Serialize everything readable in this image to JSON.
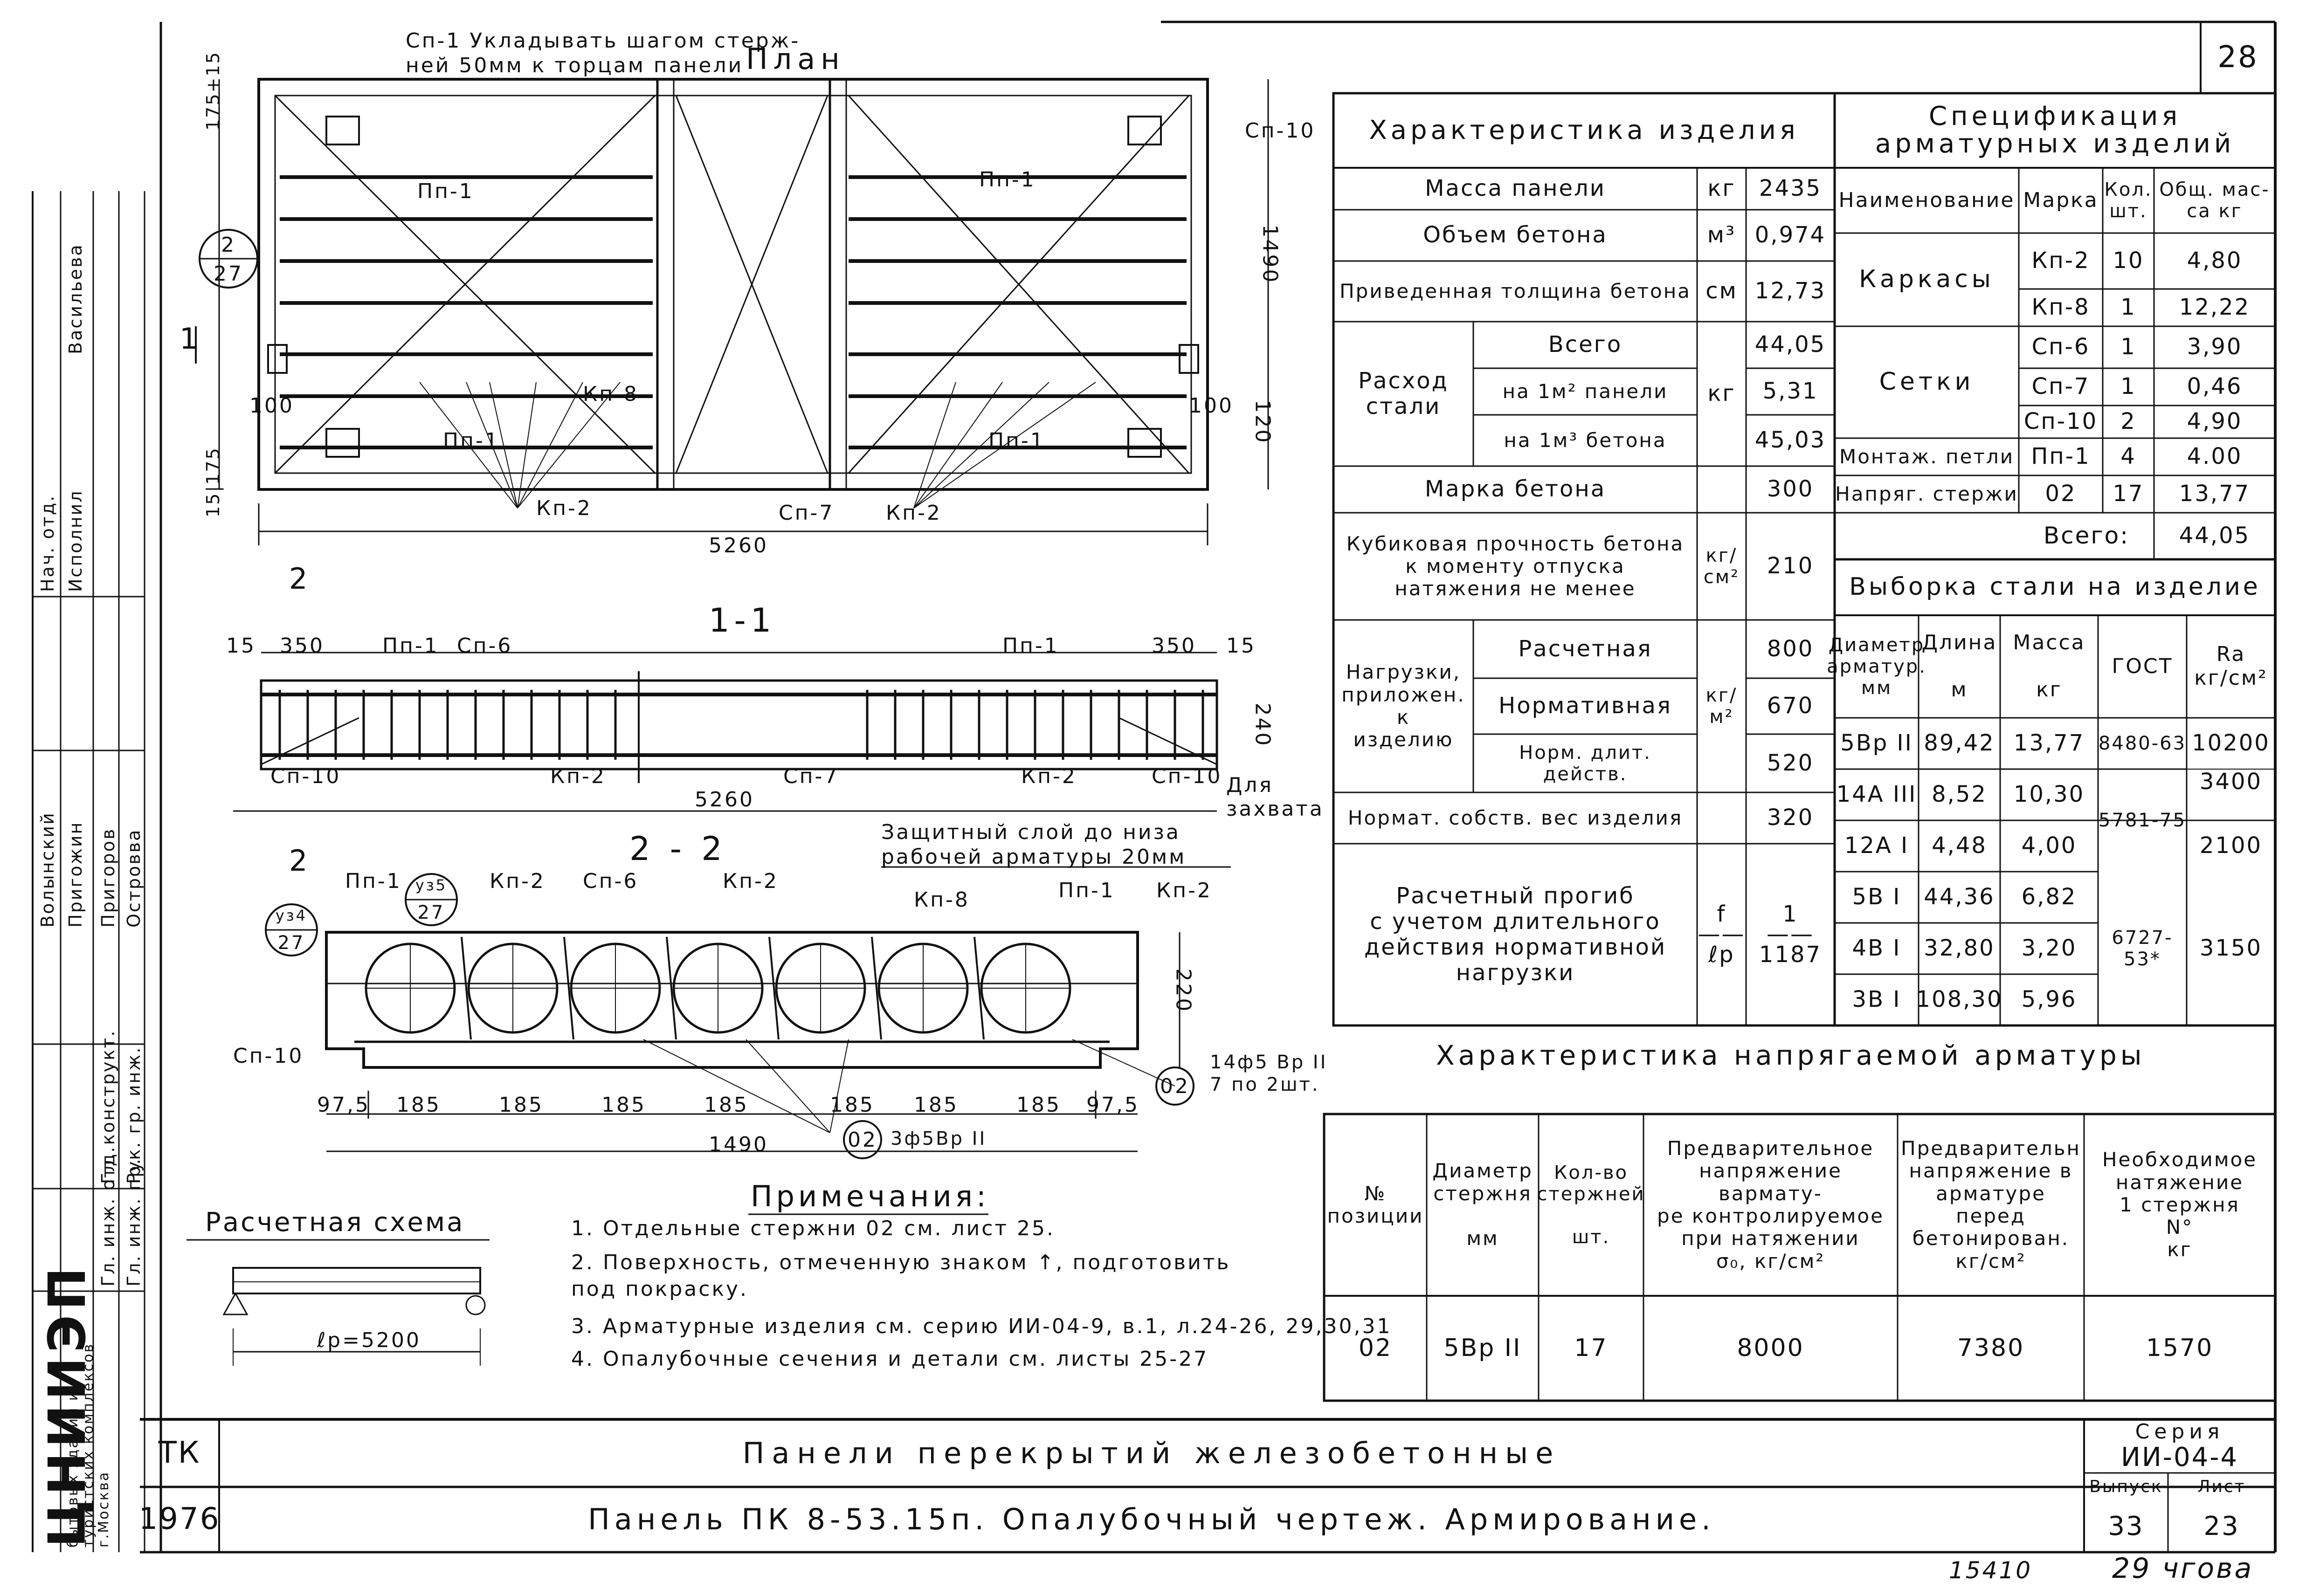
{
  "sheet_no": "28",
  "plan": {
    "title": "План",
    "note": "Сп-1 Укладывать шагом стерж-\nней 50мм к торцам панели",
    "labels": {
      "sp10": "Сп-10",
      "pp1": "Пп-1",
      "kp8": "Кп-8",
      "kp2": "Кп-2",
      "sp7": "Сп-7"
    },
    "dims": {
      "d175_15": "175+15",
      "d1490": "1490",
      "d100": "100",
      "d120": "120",
      "d15_175": "15|175",
      "d5260": "5260"
    },
    "callout_27": {
      "top": "2",
      "bottom": "27"
    },
    "section_mark": "1"
  },
  "section11": {
    "title": "1-1",
    "mark": "2",
    "labels": {
      "pp1": "Пп-1",
      "sp6": "Сп-6",
      "sp10": "Сп-10",
      "kp2": "Кп-2",
      "sp7": "Сп-7",
      "grip": "Для\nзахвата"
    },
    "dims": {
      "d15": "15",
      "d350": "350",
      "d240": "240",
      "d5260": "5260"
    }
  },
  "section22": {
    "title": "2 - 2",
    "protective_note": "Защитный слой до низа\nрабочей арматуры 20мм",
    "labels": {
      "pp1": "Пп-1",
      "kp2": "Кп-2",
      "sp6": "Сп-6",
      "kp8": "Кп-8",
      "sp10": "Сп-10"
    },
    "callout_uz5": {
      "top": "уз5",
      "bottom": "27"
    },
    "callout_uz4": {
      "top": "уз4",
      "bottom": "27"
    },
    "dims": {
      "d220": "220",
      "d97_5": "97,5",
      "d185": "185",
      "d1490": "1490"
    },
    "bar02_label": "14ф5 Вр II\n7 по 2шт.",
    "bar02_mark": "02",
    "bar02b_label": "3ф5Вр II"
  },
  "calc_scheme": {
    "title": "Расчетная схема",
    "span": "ℓр=5200"
  },
  "notes": {
    "title": "Примечания:",
    "items": [
      "1. Отдельные стержни 02 см. лист 25.",
      "2. Поверхность, отмеченную знаком ↑, подготовить\n    под покраску.",
      "3. Арматурные изделия см. серию ИИ-04-9, в.1, л.24-26, 29,30,31",
      "4. Опалубочные сечения и детали см. листы 25-27"
    ]
  },
  "characteristics": {
    "title": "Характеристика изделия",
    "rows": [
      {
        "name": "Масса панели",
        "unit": "кг",
        "value": "2435"
      },
      {
        "name": "Объем бетона",
        "unit": "м³",
        "value": "0,974"
      },
      {
        "name": "Приведенная толщина бетона",
        "unit": "см",
        "value": "12,73"
      },
      {
        "name": "Расход\nстали",
        "unit": "кг",
        "sub": [
          {
            "name": "Всего",
            "value": "44,05"
          },
          {
            "name": "на 1м² панели",
            "value": "5,31"
          },
          {
            "name": "на 1м³ бетона",
            "value": "45,03"
          }
        ]
      },
      {
        "name": "Марка бетона",
        "unit": "",
        "value": "300"
      },
      {
        "name": "Кубиковая прочность бетона\nк моменту отпуска\nнатяжения не менее",
        "unit": "кг/\nсм²",
        "value": "210"
      },
      {
        "name": "Нагрузки,\nприложен. к\nизделию",
        "unit": "кг/\nм²",
        "sub": [
          {
            "name": "Расчетная",
            "value": "800"
          },
          {
            "name": "Нормативная",
            "value": "670"
          },
          {
            "name": "Норм. длит. действ.",
            "value": "520"
          }
        ]
      },
      {
        "name": "Нормат. собств. вес изделия",
        "unit": "",
        "value": "320"
      },
      {
        "name": "Расчетный прогиб\nс учетом длительного\nдействия нормативной\nнагрузки",
        "unit": "f\n——\nℓр",
        "value": "1\n——\n1187"
      }
    ]
  },
  "spec": {
    "title": "Спецификация\nарматурных изделий",
    "headers": [
      "Наименование",
      "Марка",
      "Кол.\nшт.",
      "Общ. мас-\nса кг"
    ],
    "groups": [
      {
        "name": "Каркасы",
        "rows": [
          [
            "Кп-2",
            "10",
            "4,80"
          ],
          [
            "Кп-8",
            "1",
            "12,22"
          ]
        ]
      },
      {
        "name": "Сетки",
        "rows": [
          [
            "Сп-6",
            "1",
            "3,90"
          ],
          [
            "Сп-7",
            "1",
            "0,46"
          ],
          [
            "Сп-10",
            "2",
            "4,90"
          ]
        ]
      },
      {
        "name": "Монтаж. петли",
        "rows": [
          [
            "Пп-1",
            "4",
            "4.00"
          ]
        ]
      },
      {
        "name": "Напряг. стержи",
        "rows": [
          [
            "02",
            "17",
            "13,77"
          ]
        ]
      }
    ],
    "total_label": "Всего:",
    "total_value": "44,05"
  },
  "steel": {
    "title": "Выборка стали на изделие",
    "headers": [
      "Диаметр\nарматур.\nмм",
      "Длина\n\nм",
      "Масса\n\nкг",
      "ГОСТ",
      "Ra\nкг/см²"
    ],
    "rows": [
      [
        "5Вр II",
        "89,42",
        "13,77",
        "8480-63",
        "10200"
      ],
      [
        "14А III",
        "8,52",
        "10,30",
        "",
        "3400"
      ],
      [
        "12А I",
        "4,48",
        "4,00",
        "",
        "2100"
      ],
      [
        "5В I",
        "44,36",
        "6,82",
        "",
        ""
      ],
      [
        "4В I",
        "32,80",
        "3,20",
        "",
        ""
      ],
      [
        "3В I",
        "108,30",
        "5,96",
        "",
        ""
      ]
    ],
    "gost_5781": "5781-75",
    "gost_6727": "6727-53*",
    "ra_3150": "3150"
  },
  "prestress": {
    "title": "Характеристика напрягаемой арматуры",
    "headers": [
      "№\nпозиции",
      "Диаметр\nстержня\n\nмм",
      "Кол-во\nстержней\n\nшт.",
      "Предварительное\nнапряжение вармату-\nре контролируемое\nпри натяжении\nσ₀, кг/см²",
      "Предварительн\nнапряжение в\nарматуре перед\nбетонирован.\nкг/см²",
      "Необходимое\nнатяжение\n1 стержня\nN°\nкг"
    ],
    "row": [
      "02",
      "5Вр II",
      "17",
      "8000",
      "7380",
      "1570"
    ]
  },
  "stamp": {
    "org": "ЦНИИЭП",
    "org_sub": "бытовых зданий и туристских комплексов г.Москва",
    "roles": [
      "Гл. инж. отд.",
      "Гл. конструкт.",
      "Гл. инж. пр.",
      "Рук. гр. инж."
    ],
    "names": [
      "Волынский",
      "Пригожин",
      "Пригоров",
      "Островва"
    ],
    "col_heads": [
      "Нач. отд.",
      "Исполнил",
      "Васильева"
    ],
    "tk": "ТК",
    "year": "1976",
    "title1": "Панели перекрытий железобетонные",
    "title2": "Панель ПК 8-53.15п. Опалубочный чертеж. Армирование.",
    "series_label": "Серия",
    "series": "ИИ-04-4",
    "issue_label": "Выпуск",
    "issue": "33",
    "sheet_label": "Лист",
    "sheet": "23"
  },
  "footer": {
    "num": "15410",
    "handwrite": "29 чгова"
  }
}
